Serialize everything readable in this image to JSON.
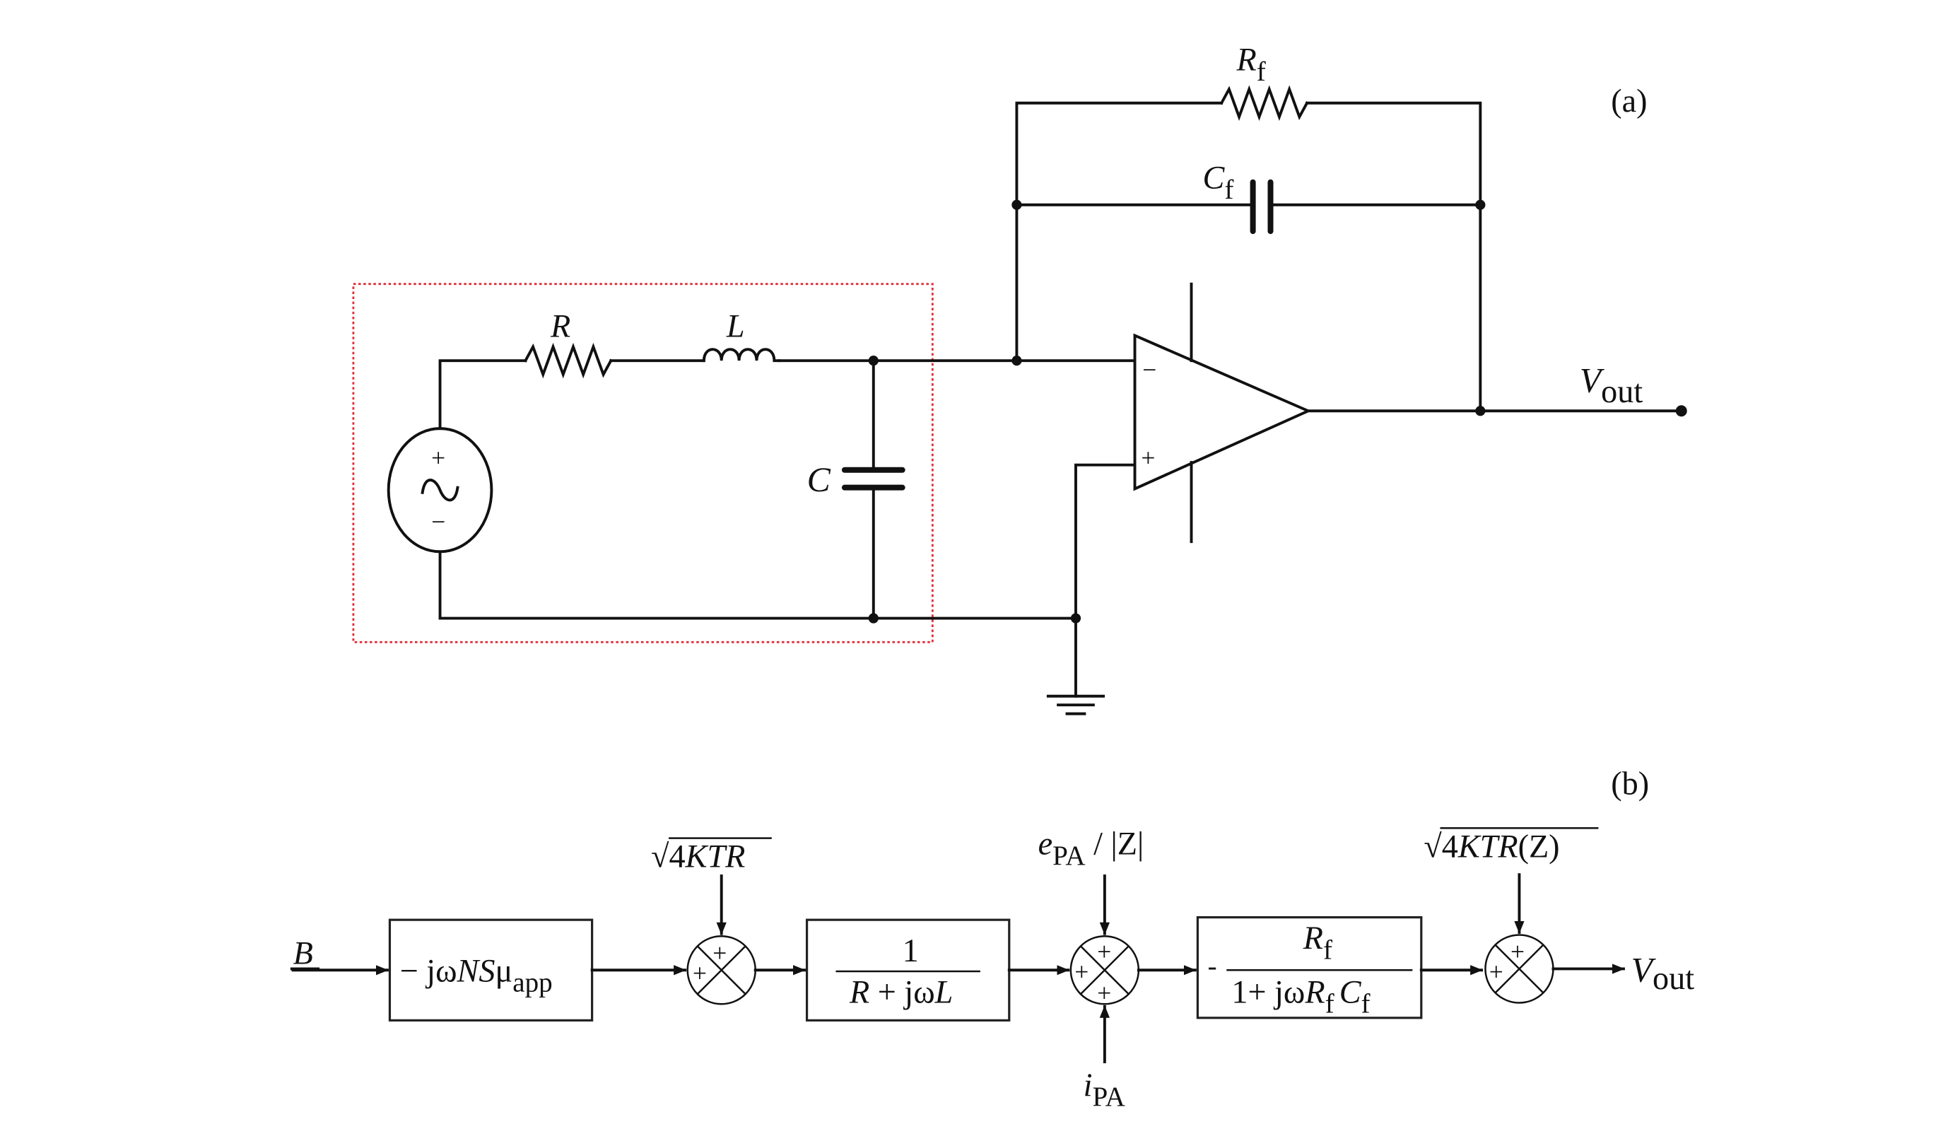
{
  "figure": {
    "panel_a_label": "(a)",
    "panel_b_label": "(b)"
  },
  "circuit": {
    "source": {
      "plus": "+",
      "minus": "−",
      "symbol": "~"
    },
    "R": "R",
    "L": "L",
    "C": "C",
    "Rf": {
      "main": "R",
      "sub": "f"
    },
    "Cf": {
      "main": "C",
      "sub": "f"
    },
    "opamp": {
      "inverting": "−",
      "noninverting": "+"
    },
    "vout": {
      "main": "V",
      "sub": "out"
    },
    "highlight_color": "#e0303a"
  },
  "block_diagram": {
    "input": "B",
    "block1": {
      "prefix": "− jω",
      "italic": "NS",
      "mu": "μ",
      "sub": "app"
    },
    "noise1": {
      "radical": "√",
      "text": "4",
      "italic": "KTR"
    },
    "sum_sign": "+",
    "block2": {
      "numerator": "1",
      "den_R": "R",
      "den_plus": " + jω",
      "den_L": "L"
    },
    "noise2": {
      "e": "e",
      "e_sub": "PA",
      "rest": " / |Z|"
    },
    "noise3": {
      "i": "i",
      "i_sub": "PA"
    },
    "block3": {
      "minus": "-",
      "num_main": "R",
      "num_sub": "f",
      "den_prefix": "1+ jω",
      "den_R": "R",
      "den_R_sub": "f",
      "den_C": "C",
      "den_C_sub": "f"
    },
    "noise4": {
      "radical": "√",
      "text": "4",
      "italic": "KTR",
      "rest": "(Z)"
    },
    "output": {
      "main": "V",
      "sub": "out"
    }
  }
}
